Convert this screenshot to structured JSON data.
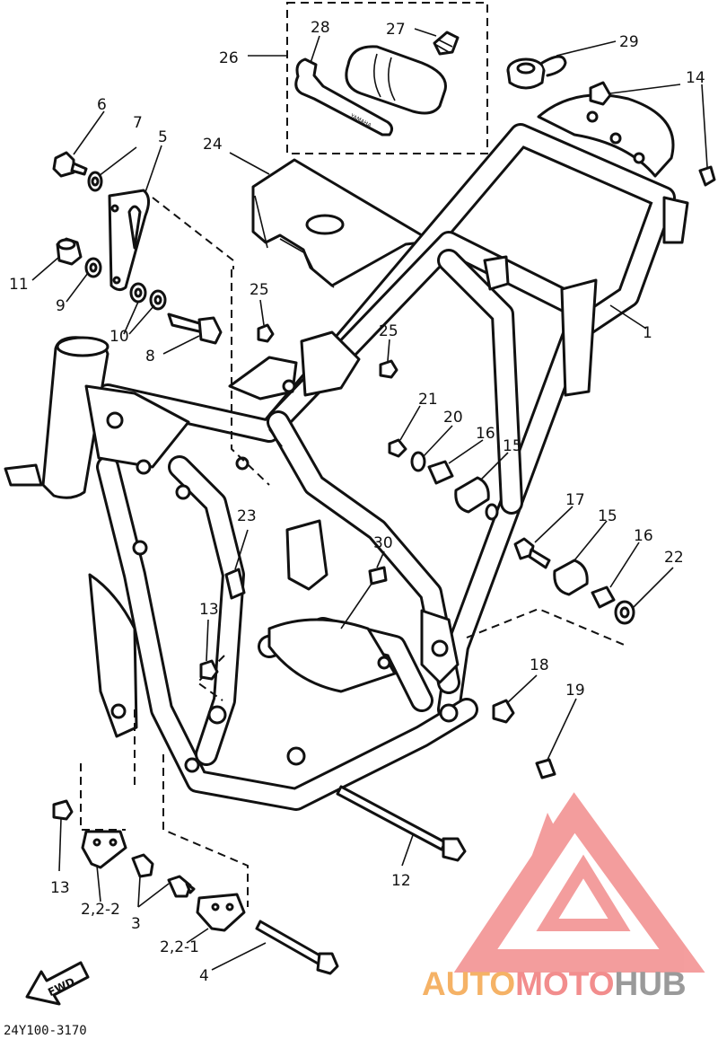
{
  "diagram": {
    "callouts": {
      "c1": "1",
      "c2_2_2": "2,2-2",
      "c2_2_1": "2,2-1",
      "c3": "3",
      "c4": "4",
      "c5": "5",
      "c6": "6",
      "c7": "7",
      "c8": "8",
      "c9": "9",
      "c10": "10",
      "c11": "11",
      "c12": "12",
      "c13a": "13",
      "c13b": "13",
      "c14": "14",
      "c15a": "15",
      "c15b": "15",
      "c16a": "16",
      "c16b": "16",
      "c17": "17",
      "c18": "18",
      "c19": "19",
      "c20": "20",
      "c21": "21",
      "c22": "22",
      "c23": "23",
      "c24": "24",
      "c25a": "25",
      "c25b": "25",
      "c26": "26",
      "c27": "27",
      "c28": "28",
      "c29": "29",
      "c30": "30"
    },
    "fwd_label": "FWD",
    "drawing_code": "24Y100-3170"
  },
  "watermark": {
    "part1": "AUTO",
    "part2": "MOTO",
    "part3": "HUB",
    "color_auto": "#f5b266",
    "color_moto": "#f28d8d",
    "color_hub": "#9a9a9a",
    "logo_color": "#f28d8d"
  }
}
